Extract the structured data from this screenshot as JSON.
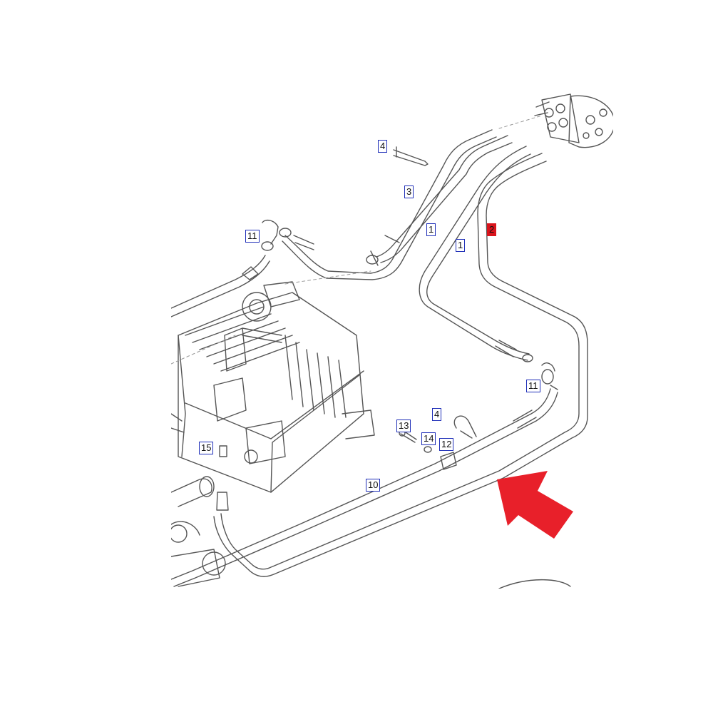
{
  "diagram": {
    "accent": "#e8202a",
    "callout_border": "#1f2fb8",
    "callouts": [
      {
        "id": "4a",
        "label": "4"
      },
      {
        "id": "3",
        "label": "3"
      },
      {
        "id": "1a",
        "label": "1"
      },
      {
        "id": "2",
        "label": "2",
        "highlight": true
      },
      {
        "id": "1b",
        "label": "1"
      },
      {
        "id": "11a",
        "label": "11"
      },
      {
        "id": "11b",
        "label": "11"
      },
      {
        "id": "4b",
        "label": "4"
      },
      {
        "id": "13",
        "label": "13"
      },
      {
        "id": "14",
        "label": "14"
      },
      {
        "id": "12",
        "label": "12"
      },
      {
        "id": "15",
        "label": "15"
      },
      {
        "id": "10",
        "label": "10"
      }
    ],
    "pointer": "arrow-pointer-icon"
  }
}
